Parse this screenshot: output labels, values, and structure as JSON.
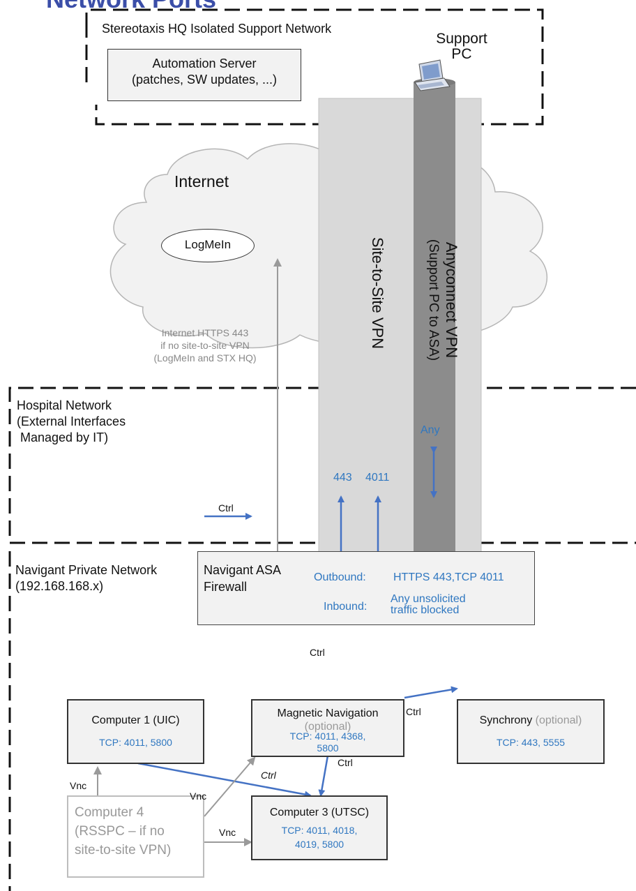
{
  "title": "Network Ports",
  "zones": {
    "hq": "Stereotaxis HQ Isolated Support Network",
    "hospital": "Hospital Network\n(External Interfaces\n Managed by IT)",
    "navigant": "Navigant Private Network\n(192.168.168.x)"
  },
  "nodes": {
    "automation_server": {
      "line1": "Automation Server",
      "line2": "(patches, SW updates, ...)"
    },
    "support_pc": {
      "line1": "Support",
      "line2": "PC"
    },
    "internet": "Internet",
    "logmein": "LogMeIn",
    "asa": {
      "name_line1": "Navigant ASA",
      "name_line2": "Firewall"
    },
    "computer1": {
      "title": "Computer 1 (UIC)",
      "ports": "TCP: 4011, 5800"
    },
    "mag_nav": {
      "title": "Magnetic Navigation",
      "optional": "(optional)",
      "ports_line1": "TCP: 4011, 4368,",
      "ports_line2": "5800"
    },
    "synchrony": {
      "title": "Synchrony",
      "optional": "(optional)",
      "ports": "TCP: 443, 5555"
    },
    "computer3": {
      "title": "Computer 3 (UTSC)",
      "ports_line1": "TCP: 4011, 4018,",
      "ports_line2": "4019, 5800"
    },
    "computer4": {
      "line1": "Computer 4",
      "line2": "(RSSPC – if no",
      "line3": "site-to-site VPN)"
    }
  },
  "tunnels": {
    "site_to_site": "Site-to-Site VPN",
    "anyconnect_line1": "Anyconnect VPN",
    "anyconnect_line2": "(Support PC to ASA)"
  },
  "firewall_rules": {
    "outbound_label": "Outbound:",
    "outbound_value": "HTTPS 443,TCP 4011",
    "inbound_label": "Inbound:",
    "inbound_value_line1": "Any unsolicited",
    "inbound_value_line2": "traffic blocked"
  },
  "internet_note": {
    "line1": "Internet HTTPS 443",
    "line2": "if no site-to-site VPN",
    "line3": "(LogMeIn and STX HQ)"
  },
  "port_labels": {
    "p443": "443",
    "p4011": "4011",
    "any": "Any"
  },
  "edge_labels": {
    "ctrl_top": "Ctrl",
    "ctrl_c1_mag": "Ctrl",
    "ctrl_mag_sync": "Ctrl",
    "ctrl_mag_c3": "Ctrl",
    "ctrl_c1_c3": "Ctrl",
    "vnc_c1": "Vnc",
    "vnc_mag": "Vnc",
    "vnc_c3": "Vnc"
  },
  "colors": {
    "accent_blue": "#2f77c0",
    "title_blue": "#3b4ea8",
    "grey_text": "#999999",
    "tunnel_light": "#d9d9d9",
    "tunnel_dark": "#8c8c8c"
  }
}
